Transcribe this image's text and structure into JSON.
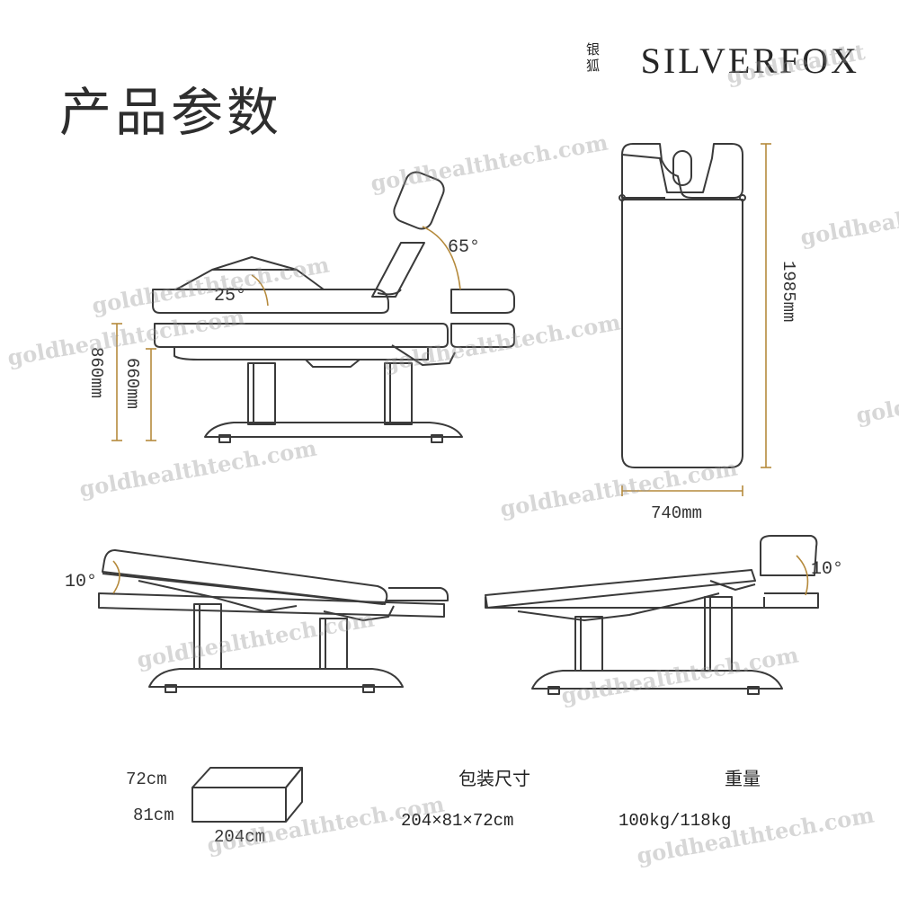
{
  "title": "产品参数",
  "brand": {
    "name": "SILVERFOX",
    "sub": "银狐"
  },
  "views": {
    "side": {
      "height_low": "660mm",
      "height_high": "860mm",
      "angle_back": "65°",
      "angle_leg": "25°"
    },
    "top": {
      "length": "1985mm",
      "width": "740mm"
    },
    "tilt_left": {
      "angle": "10°"
    },
    "tilt_right": {
      "angle": "10°"
    }
  },
  "package": {
    "box": {
      "height": "72cm",
      "depth": "81cm",
      "length": "204cm"
    },
    "size_label": "包装尺寸",
    "size_value": "204×81×72cm",
    "weight_label": "重量",
    "weight_value": "100kg/118kg"
  },
  "watermark": "goldhealthtech.com",
  "watermark_partial": "goldhealtht",
  "colors": {
    "line": "#3a3a3a",
    "dim": "#b58a3c",
    "accent": "#c9a24a"
  }
}
